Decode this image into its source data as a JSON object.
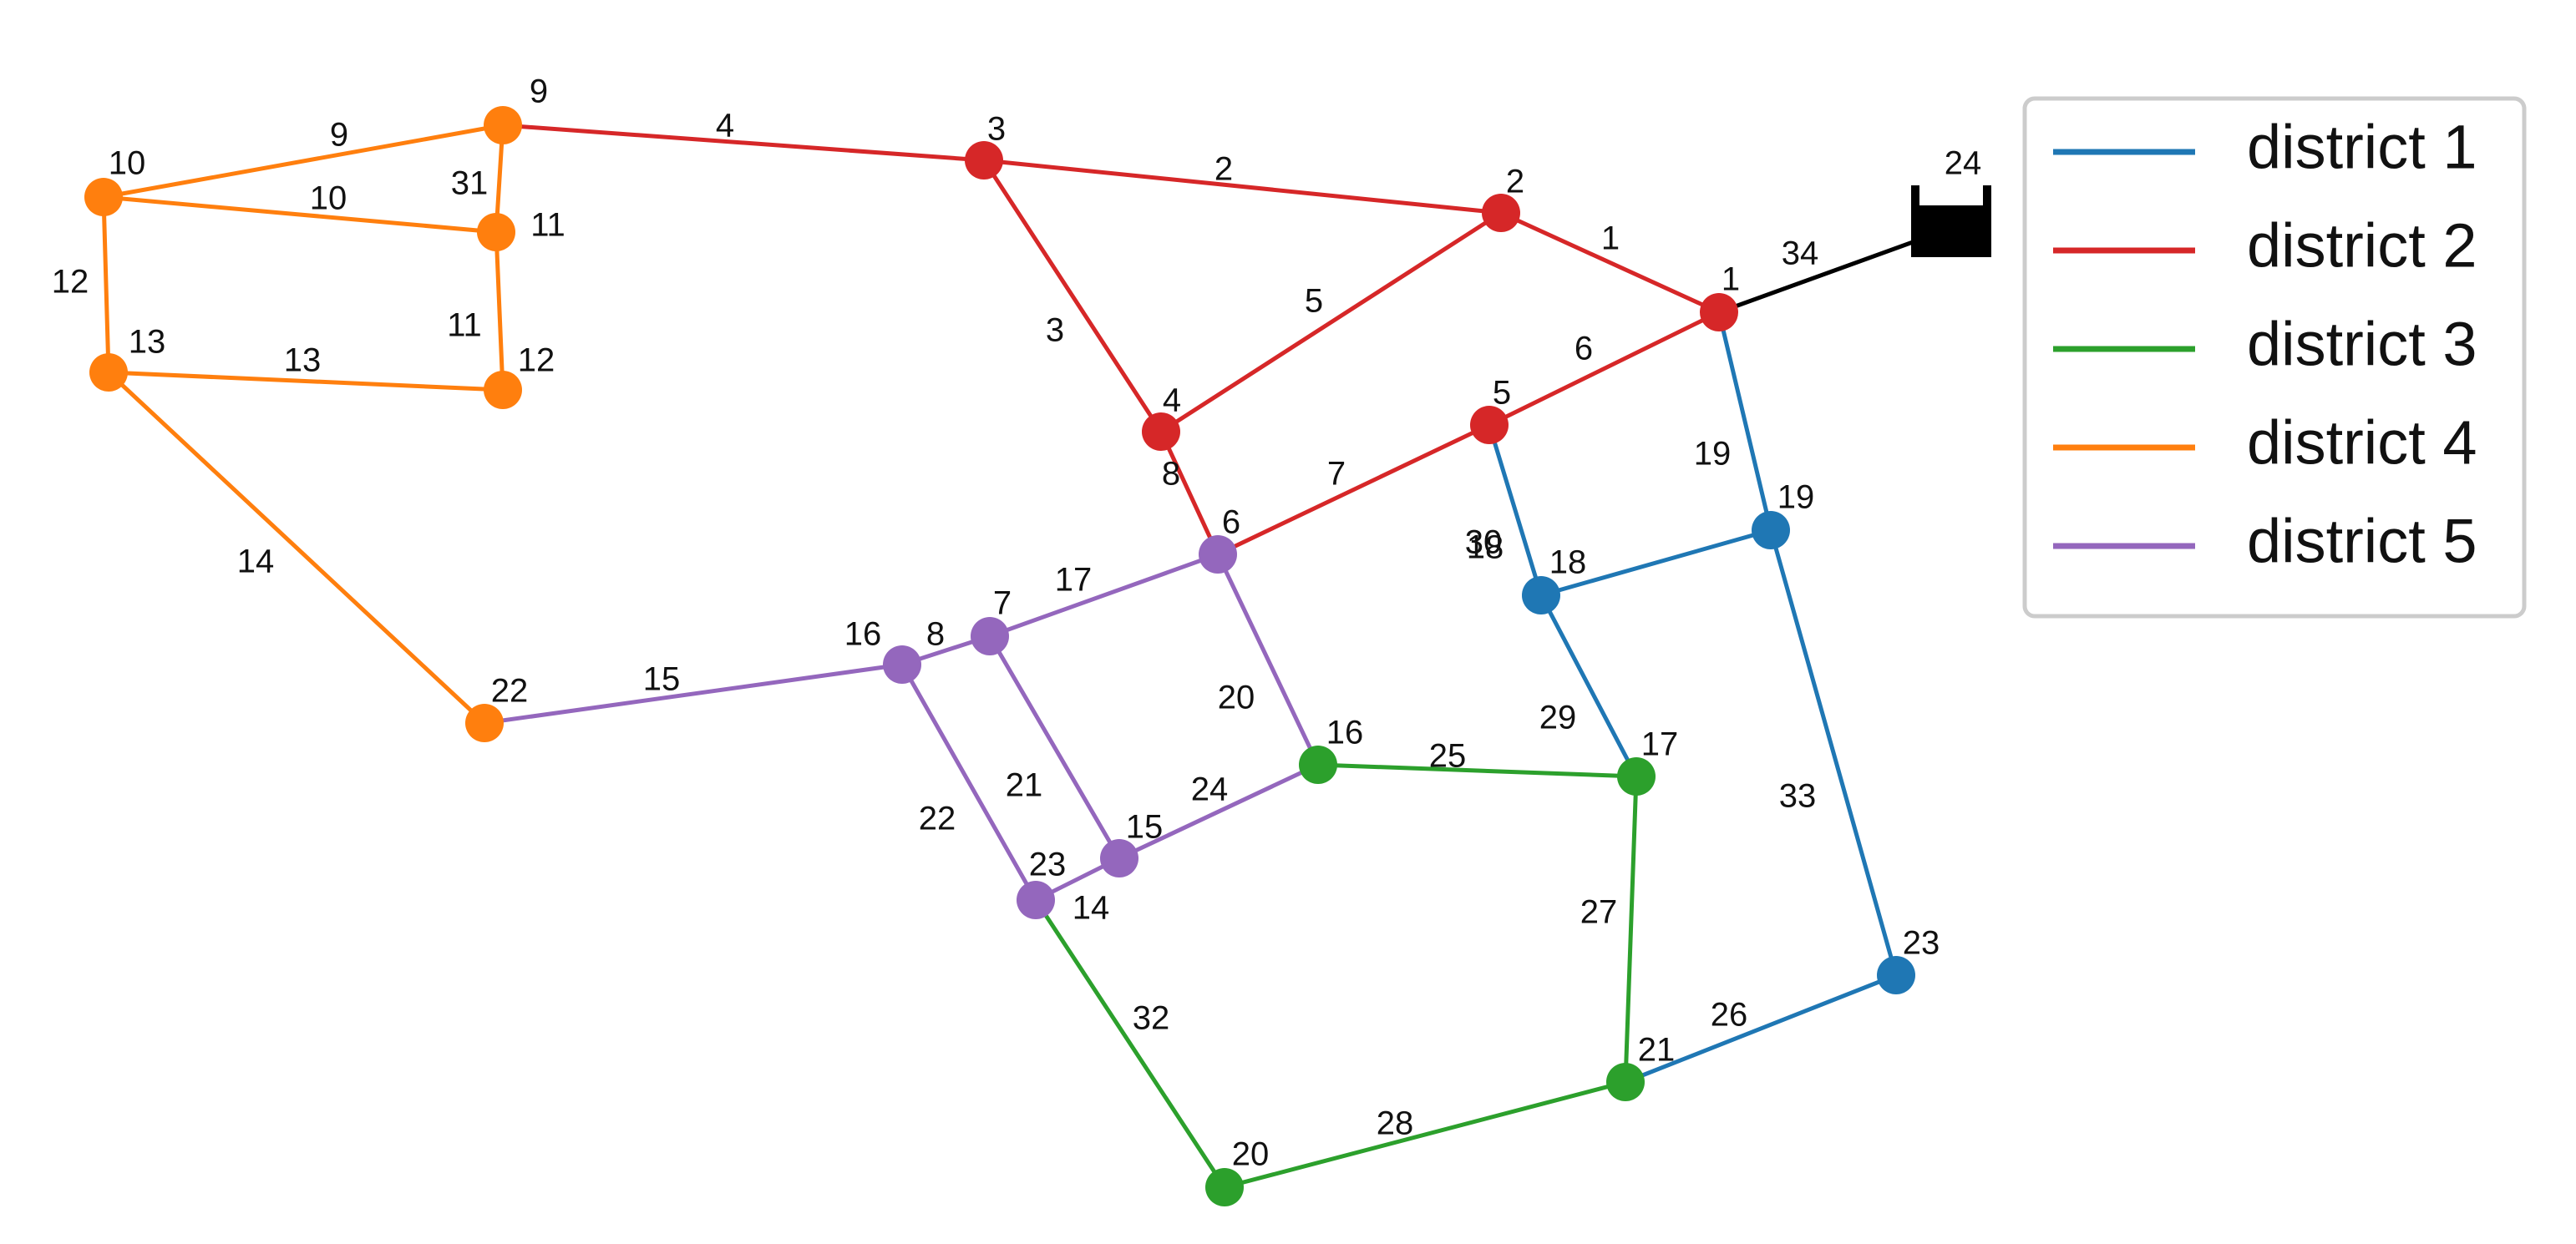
{
  "colors": {
    "district_1": "#1f77b4",
    "district_2": "#d62728",
    "district_3": "#2ca02c",
    "district_4": "#ff7f0e",
    "district_5": "#9467bd",
    "reservoir": "#000000"
  },
  "legend": [
    {
      "district": "district_1",
      "label": "district 1"
    },
    {
      "district": "district_2",
      "label": "district 2"
    },
    {
      "district": "district_3",
      "label": "district 3"
    },
    {
      "district": "district_4",
      "label": "district 4"
    },
    {
      "district": "district_5",
      "label": "district 5"
    }
  ],
  "reservoir": {
    "label": "24"
  },
  "nodes": [
    {
      "id": "n1",
      "label": "1",
      "district": "district_2"
    },
    {
      "id": "n2",
      "label": "2",
      "district": "district_2"
    },
    {
      "id": "n3",
      "label": "3",
      "district": "district_2"
    },
    {
      "id": "n4",
      "label": "4",
      "district": "district_2"
    },
    {
      "id": "n5",
      "label": "5",
      "district": "district_2"
    },
    {
      "id": "n6",
      "label": "6",
      "district": "district_5"
    },
    {
      "id": "n7",
      "label": "7",
      "district": "district_5"
    },
    {
      "id": "n8",
      "label": "16",
      "district": "district_5"
    },
    {
      "id": "n9",
      "label": "9",
      "district": "district_4"
    },
    {
      "id": "n10",
      "label": "10",
      "district": "district_4"
    },
    {
      "id": "n11",
      "label": "11",
      "district": "district_4"
    },
    {
      "id": "n12",
      "label": "12",
      "district": "district_4"
    },
    {
      "id": "n13",
      "label": "13",
      "district": "district_4"
    },
    {
      "id": "n14",
      "label": "23",
      "district": "district_5"
    },
    {
      "id": "n15",
      "label": "15",
      "district": "district_5"
    },
    {
      "id": "n16",
      "label": "16",
      "district": "district_3"
    },
    {
      "id": "n17",
      "label": "17",
      "district": "district_3"
    },
    {
      "id": "n18",
      "label": "18",
      "district": "district_1"
    },
    {
      "id": "n19",
      "label": "19",
      "district": "district_1"
    },
    {
      "id": "n20",
      "label": "20",
      "district": "district_3"
    },
    {
      "id": "n21",
      "label": "21",
      "district": "district_3"
    },
    {
      "id": "n22",
      "label": "22",
      "district": "district_4"
    },
    {
      "id": "n23",
      "label": "23",
      "district": "district_1"
    }
  ],
  "edges": [
    {
      "label": "1",
      "from": "n1",
      "to": "n2",
      "district": "district_2"
    },
    {
      "label": "2",
      "from": "n2",
      "to": "n3",
      "district": "district_2"
    },
    {
      "label": "3",
      "from": "n3",
      "to": "n4",
      "district": "district_2"
    },
    {
      "label": "4",
      "from": "n3",
      "to": "n9",
      "district": "district_2"
    },
    {
      "label": "5",
      "from": "n2",
      "to": "n4",
      "district": "district_2"
    },
    {
      "label": "6",
      "from": "n1",
      "to": "n5",
      "district": "district_2"
    },
    {
      "label": "7",
      "from": "n5",
      "to": "n6",
      "district": "district_2"
    },
    {
      "label": "8",
      "from": "n4",
      "to": "n6",
      "district": "district_2"
    },
    {
      "label": "9",
      "from": "n9",
      "to": "n10",
      "district": "district_4"
    },
    {
      "label": "10",
      "from": "n10",
      "to": "n11",
      "district": "district_4"
    },
    {
      "label": "31",
      "from": "n9",
      "to": "n11",
      "district": "district_4"
    },
    {
      "label": "11",
      "from": "n11",
      "to": "n12",
      "district": "district_4"
    },
    {
      "label": "12",
      "from": "n10",
      "to": "n13",
      "district": "district_4"
    },
    {
      "label": "13",
      "from": "n13",
      "to": "n12",
      "district": "district_4"
    },
    {
      "label": "14",
      "from": "n13",
      "to": "n22",
      "district": "district_4"
    },
    {
      "label": "15",
      "from": "n22",
      "to": "n8",
      "district": "district_5"
    },
    {
      "label": "8",
      "from": "n8",
      "to": "n7",
      "district": "district_5"
    },
    {
      "label": "17",
      "from": "n7",
      "to": "n6",
      "district": "district_5"
    },
    {
      "label": "20",
      "from": "n6",
      "to": "n16",
      "district": "district_5"
    },
    {
      "label": "21",
      "from": "n7",
      "to": "n15",
      "district": "district_5"
    },
    {
      "label": "22",
      "from": "n8",
      "to": "n14",
      "district": "district_5"
    },
    {
      "label": "24",
      "from": "n15",
      "to": "n16",
      "district": "district_5"
    },
    {
      "label": "14",
      "from": "n14",
      "to": "n15",
      "district": "district_5"
    },
    {
      "label": "25",
      "from": "n16",
      "to": "n17",
      "district": "district_3"
    },
    {
      "label": "27",
      "from": "n17",
      "to": "n21",
      "district": "district_3"
    },
    {
      "label": "29",
      "from": "n20",
      "to": "n21",
      "district": "district_3"
    },
    {
      "label": "30",
      "from": "n14",
      "to": "n20",
      "district": "district_3"
    },
    {
      "label": "18",
      "from": "n1",
      "to": "n19",
      "district": "district_1"
    },
    {
      "label": "19",
      "from": "n5",
      "to": "n18",
      "district": "district_1"
    },
    {
      "label": "33",
      "from": "n18",
      "to": "n19",
      "district": "district_1"
    },
    {
      "label": "26",
      "from": "n18",
      "to": "n17",
      "district": "district_1"
    },
    {
      "label": "28",
      "from": "n19",
      "to": "n23",
      "district": "district_1"
    },
    {
      "label": "32",
      "from": "n21",
      "to": "n23",
      "district": "district_1"
    },
    {
      "label": "34",
      "from": "n1",
      "to": "reservoir",
      "district": "reservoir"
    }
  ]
}
